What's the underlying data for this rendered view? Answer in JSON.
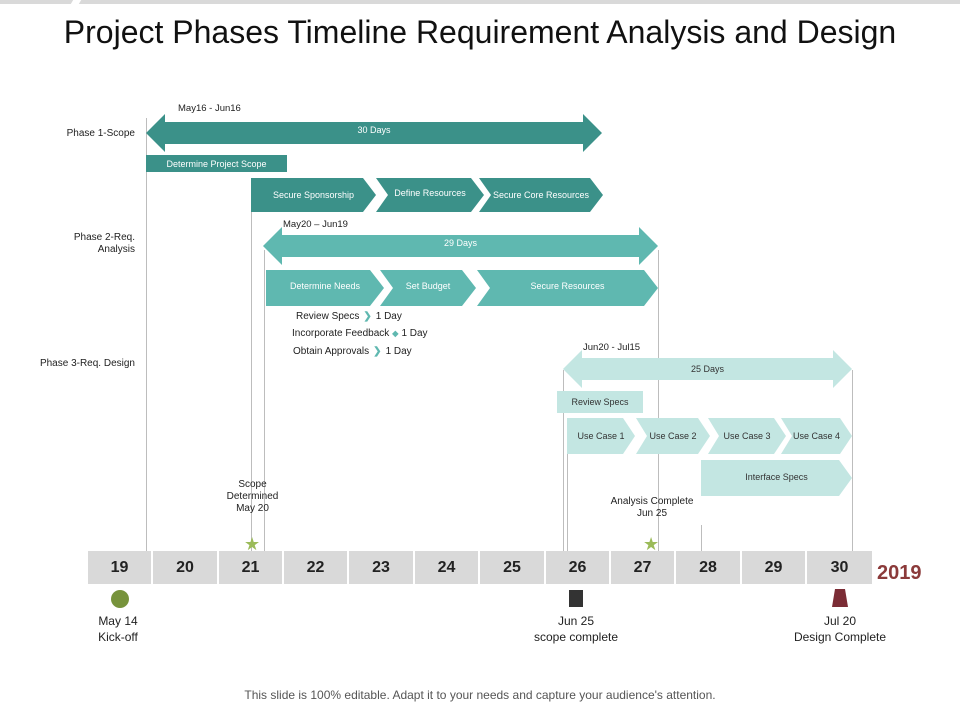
{
  "title": "Project Phases Timeline Requirement Analysis and Design",
  "phases": [
    "Phase 1-Scope",
    "Phase 2-Req.\nAnalysis",
    "Phase 3-Req. Design"
  ],
  "ranges": {
    "p1": "May16 - Jun16",
    "p2": "May20 – Jun19",
    "p3": "Jun20 - Jul15"
  },
  "bars": {
    "p1_main": "30 Days",
    "p1_scope": "Determine Project Scope",
    "secure_sponsorship": "Secure Sponsorship",
    "define_resources": "Define Resources",
    "secure_core": "Secure Core Resources",
    "p2_main": "29 Days",
    "determine_needs": "Determine Needs",
    "set_budget": "Set Budget",
    "secure_resources": "Secure  Resources",
    "p3_main": "25 Days",
    "review_specs": "Review Specs",
    "uc1": "Use Case 1",
    "uc2": "Use Case 2",
    "uc3": "Use Case 3",
    "uc4": "Use Case 4",
    "interface_specs": "Interface Specs"
  },
  "mini_tasks": [
    {
      "name": "Review Specs",
      "icon": "chevron-right-icon",
      "duration": "1 Day"
    },
    {
      "name": "Incorporate Feedback",
      "icon": "diamond-icon",
      "duration": "1 Day"
    },
    {
      "name": "Obtain Approvals",
      "icon": "chevron-right-icon",
      "duration": "1 Day"
    }
  ],
  "axis": {
    "ticks": [
      "19",
      "20",
      "21",
      "22",
      "23",
      "24",
      "25",
      "26",
      "27",
      "28",
      "29",
      "30"
    ],
    "year": "2019"
  },
  "annotations": {
    "scope_determined": "Scope\nDetermined\nMay 20",
    "analysis_complete": "Analysis Complete\nJun 25"
  },
  "milestones": [
    {
      "label": "May 14\nKick-off",
      "icon": "circle-icon",
      "color": "#77933c"
    },
    {
      "label": "Jun 25\nscope complete",
      "icon": "square-icon",
      "color": "#333333"
    },
    {
      "label": "Jul 20\nDesign Complete",
      "icon": "trapezoid-icon",
      "color": "#7b2c35"
    }
  ],
  "colors": {
    "dark": "#3b9189",
    "medium": "#5fb8b0",
    "light": "#c3e6e2",
    "axis": "#d9d9d9",
    "year": "#8b3a3a",
    "star": "#9bbb59"
  },
  "footer": "This slide is 100% editable. Adapt it to your needs and capture your audience's attention."
}
